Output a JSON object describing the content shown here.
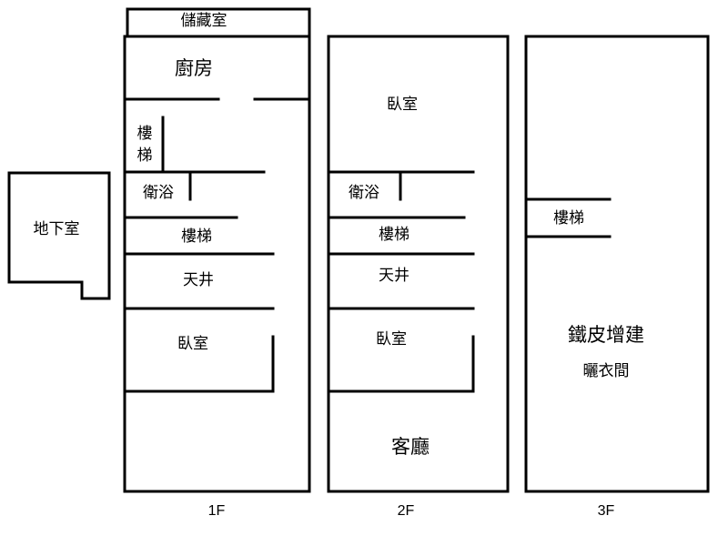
{
  "floors": {
    "f1": {
      "label": "1F",
      "rooms": {
        "storage": "儲藏室",
        "kitchen": "廚房",
        "stairs_vertical": [
          "樓",
          "梯"
        ],
        "bathroom": "衛浴",
        "stairs": "樓梯",
        "light_well": "天井",
        "bedroom": "臥室"
      }
    },
    "f2": {
      "label": "2F",
      "rooms": {
        "bedroom_top": "臥室",
        "bathroom": "衛浴",
        "stairs": "樓梯",
        "light_well": "天井",
        "bedroom": "臥室",
        "living_room": "客廳"
      }
    },
    "f3": {
      "label": "3F",
      "rooms": {
        "stairs": "樓梯",
        "addition_line1": "鐵皮增建",
        "addition_line2": "曬衣間"
      }
    },
    "basement": {
      "label": "地下室"
    }
  }
}
